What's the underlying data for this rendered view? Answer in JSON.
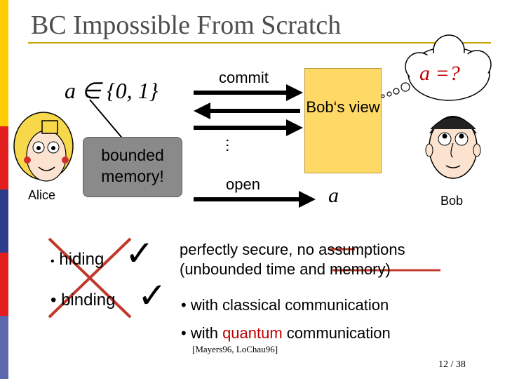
{
  "colors": {
    "accent_rule": "#c9a400",
    "sidebar": [
      "#ffcc00",
      "#e31e1e",
      "#2e3c8c",
      "#e31e1e",
      "#5b68ae"
    ],
    "bob_view_box": "#ffd966",
    "cross_out": "#c0392b",
    "quantum_text": "#c00000",
    "thought_cloud_text": "#c00000"
  },
  "title": "BC Impossible From Scratch",
  "formula": "a ∈ {0, 1}",
  "thought_text": "a =?",
  "arrows": {
    "commit": "commit",
    "open": "open",
    "ellipsis": "…"
  },
  "bob_view": "Bob‘s view",
  "revealed_value": "a",
  "people": {
    "alice": "Alice",
    "bob": "Bob"
  },
  "callout": "bounded memory!",
  "properties": [
    {
      "bullet": "•",
      "label": "hiding",
      "mark": "✓"
    },
    {
      "bullet": "•",
      "label": "binding",
      "mark": "✓"
    }
  ],
  "result": {
    "line1_prefix": "perfectly secure, ",
    "line1_struck": "no",
    "line1_suffix": " assumptions",
    "line2_prefix": "(unbounded time ",
    "line2_struck": "and memory",
    "line2_suffix": ")"
  },
  "bullets": {
    "classical": "• with classical communication",
    "quantum_prefix": "• with ",
    "quantum_word": "quantum",
    "quantum_suffix": " communication"
  },
  "reference": "[Mayers96, LoChau96]",
  "page_number": "12 / 38"
}
